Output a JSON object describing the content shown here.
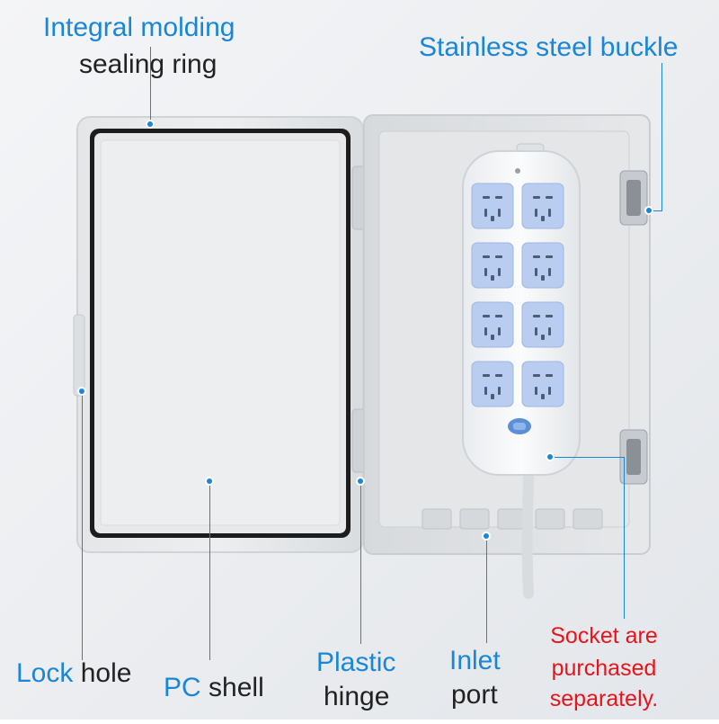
{
  "labels": {
    "sealing_ring": {
      "line1": "Integral molding",
      "line2": "sealing ring"
    },
    "buckle": "Stainless steel buckle",
    "lock_hole": {
      "word1": "Lock",
      "word2": "hole"
    },
    "pc_shell": {
      "word1": "PC",
      "word2": "shell"
    },
    "hinge": {
      "line1": "Plastic",
      "line2": "hinge"
    },
    "inlet": {
      "line1": "Inlet",
      "line2": "port"
    },
    "socket_note": {
      "line1": "Socket are",
      "line2": "purchased",
      "line3": "separately."
    }
  },
  "colors": {
    "accent": "#1a86d8",
    "note": "#e8141b",
    "socket": "#b9cdf0"
  },
  "power_strip": {
    "outlet_count": 8
  }
}
